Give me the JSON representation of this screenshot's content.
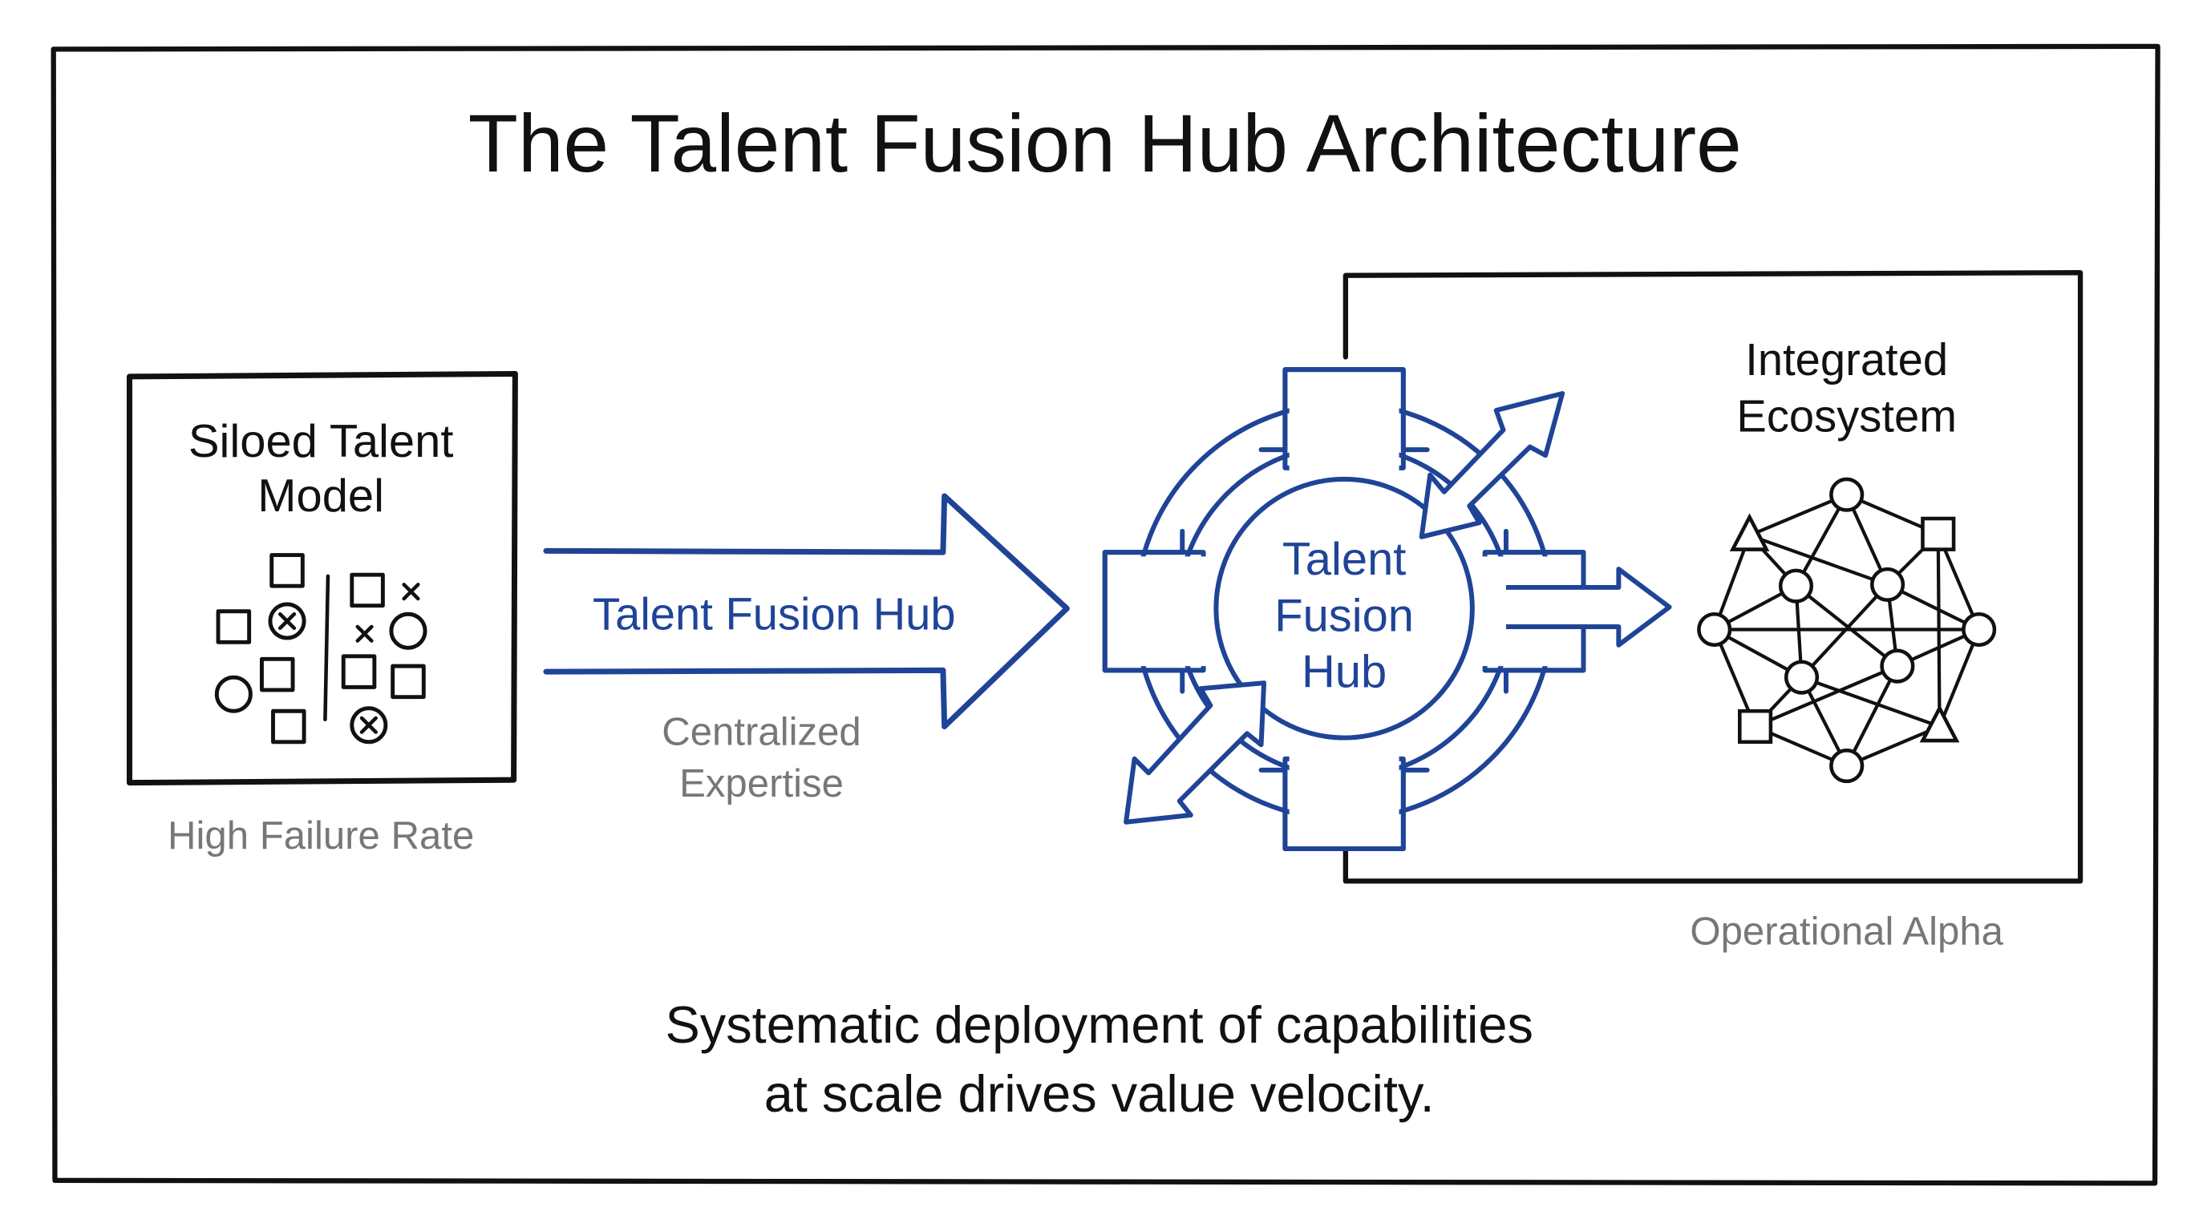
{
  "title": "The Talent Fusion Hub Architecture",
  "siloed": {
    "title_line1": "Siloed Talent",
    "title_line2": "Model",
    "caption": "High Failure Rate"
  },
  "transition": {
    "arrow_label": "Talent Fusion Hub",
    "caption_line1": "Centralized",
    "caption_line2": "Expertise"
  },
  "hub": {
    "line1": "Talent",
    "line2": "Fusion",
    "line3": "Hub"
  },
  "ecosystem": {
    "title_line1": "Integrated",
    "title_line2": "Ecosystem",
    "caption": "Operational Alpha"
  },
  "footer": {
    "line1": "Systematic deployment of capabilities",
    "line2": "at scale drives value velocity."
  },
  "colors": {
    "accent_blue": "#1f4497",
    "ink": "#111111",
    "caption_gray": "#777777"
  }
}
